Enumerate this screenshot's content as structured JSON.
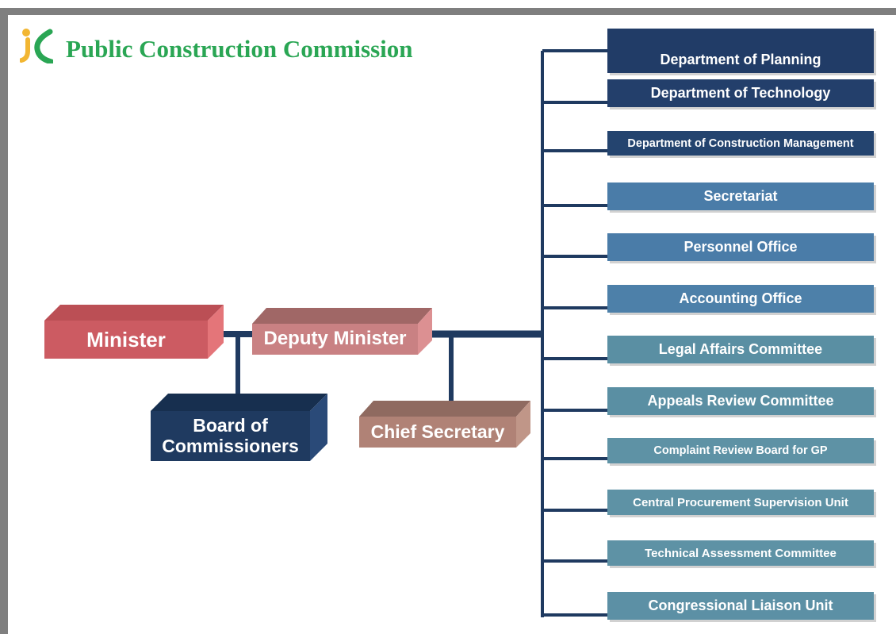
{
  "title": "Public Construction Commission",
  "logo": {
    "icon": "pcc-logo-icon"
  },
  "colors": {
    "title_green": "#2aa654",
    "connector": "#1f3a60",
    "frame": "#7f7f7f"
  },
  "nodes": {
    "minister": "Minister",
    "deputy_minister": "Deputy Minister",
    "board": "Board of Commissioners",
    "board_line1": "Board of",
    "board_line2": "Commissioners",
    "chief_secretary": "Chief Secretary"
  },
  "departments": [
    "Department of Planning",
    "Department of Technology",
    "Department of Construction Management",
    "Secretariat",
    "Personnel Office",
    "Accounting Office",
    "Legal Affairs Committee",
    "Appeals Review Committee",
    "Complaint Review Board for GP",
    "Central Procurement Supervision Unit",
    "Technical Assessment Committee",
    "Congressional Liaison Unit"
  ]
}
